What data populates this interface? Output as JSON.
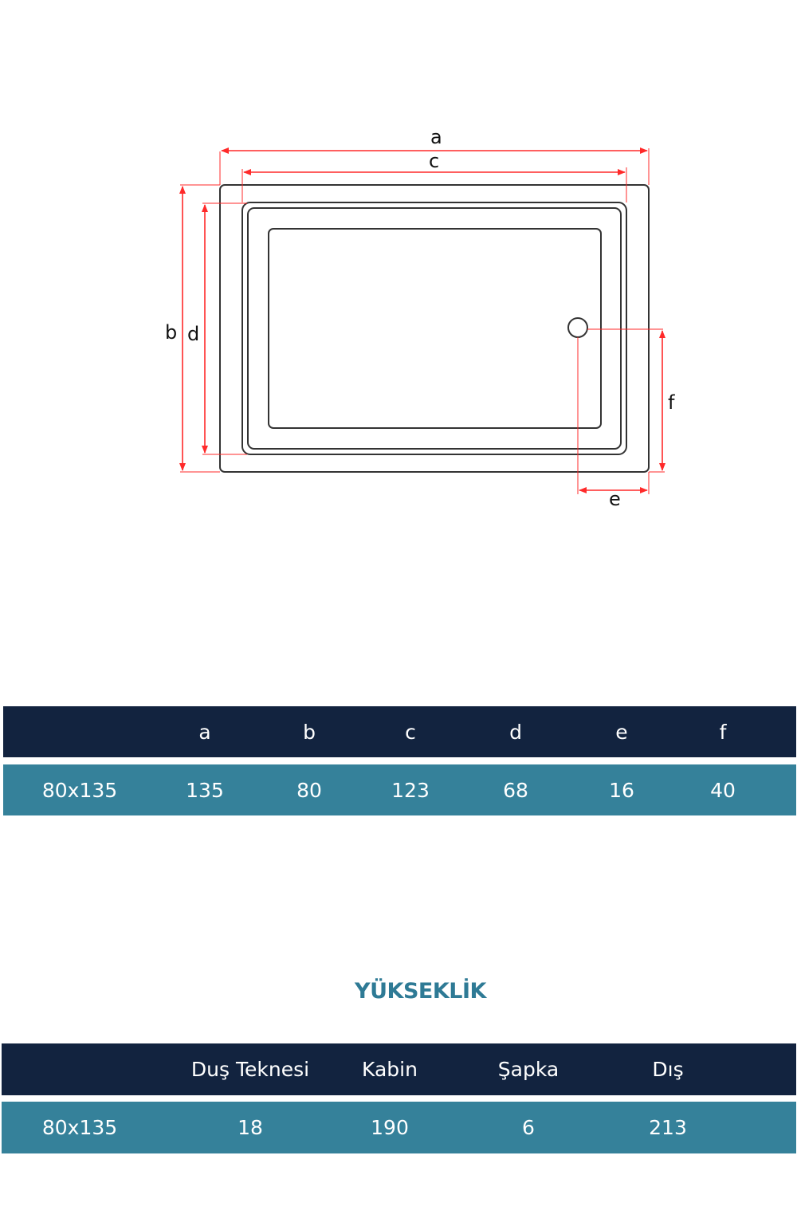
{
  "diagram": {
    "labels": {
      "a": "a",
      "b": "b",
      "c": "c",
      "d": "d",
      "e": "e",
      "f": "f"
    },
    "colors": {
      "dimension": "#ff2a2a",
      "outline": "#333333"
    }
  },
  "dimensions_table": {
    "headers": [
      "",
      "a",
      "b",
      "c",
      "d",
      "e",
      "f"
    ],
    "rows": [
      [
        "80x135",
        "135",
        "80",
        "123",
        "68",
        "16",
        "40"
      ]
    ]
  },
  "height_section": {
    "title": "YÜKSEKLİK",
    "headers": [
      "",
      "Duş Teknesi",
      "Kabin",
      "Şapka",
      "Dış"
    ],
    "rows": [
      [
        "80x135",
        "18",
        "190",
        "6",
        "213"
      ]
    ]
  },
  "colors": {
    "header_bg": "#12233f",
    "row_bg": "#35819a",
    "title": "#2e7a95"
  }
}
